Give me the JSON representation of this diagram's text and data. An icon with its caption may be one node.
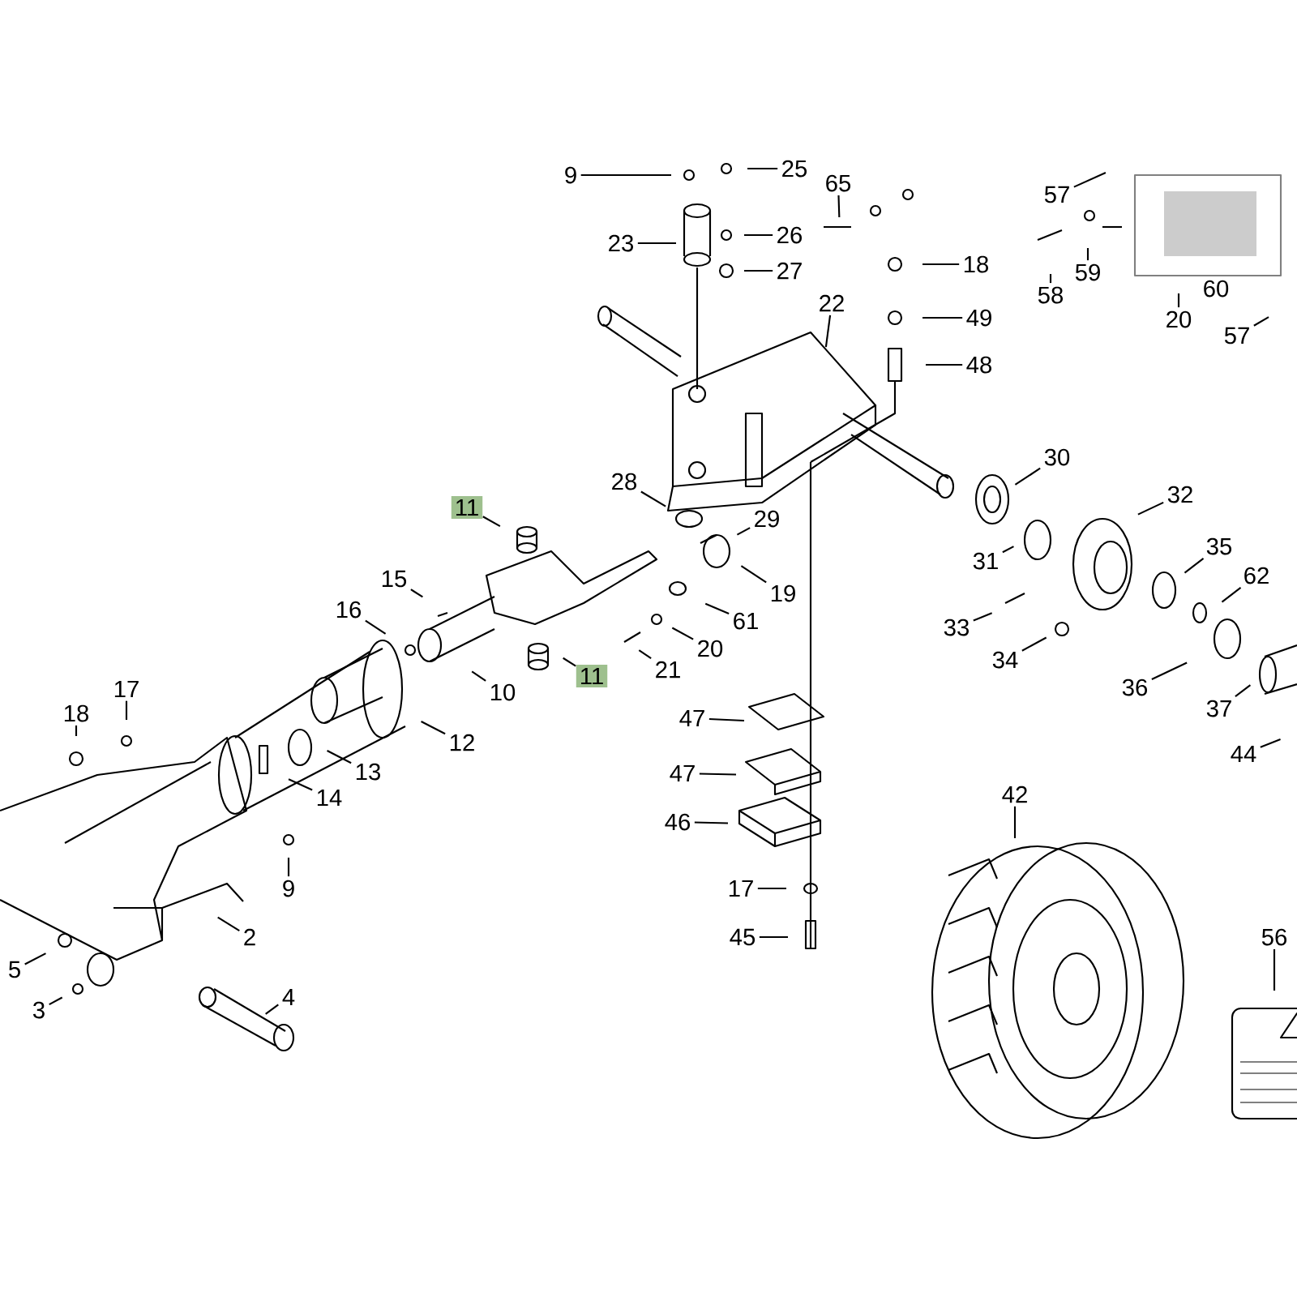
{
  "diagram": {
    "nodes": [
      {
        "text": [
          "9"
        ]
      },
      {
        "text": [
          "25"
        ]
      },
      {
        "text": [
          "65"
        ]
      },
      {
        "text": [
          "57"
        ]
      },
      {
        "text": [
          "23"
        ]
      },
      {
        "text": [
          "26"
        ]
      },
      {
        "text": [
          "27"
        ]
      },
      {
        "text": [
          "18"
        ]
      },
      {
        "text": [
          "59"
        ]
      },
      {
        "text": [
          "58"
        ]
      },
      {
        "text": [
          "22"
        ]
      },
      {
        "text": [
          "20"
        ]
      },
      {
        "text": [
          "49"
        ]
      },
      {
        "text": [
          "57"
        ]
      },
      {
        "text": [
          "48"
        ]
      },
      {
        "text": [
          "30"
        ]
      },
      {
        "text": [
          "28"
        ]
      },
      {
        "text": [
          "32"
        ]
      },
      {
        "text": [
          "11"
        ]
      },
      {
        "text": [
          "29"
        ]
      },
      {
        "text": [
          "35"
        ]
      },
      {
        "text": [
          "31"
        ]
      },
      {
        "text": [
          "62"
        ]
      },
      {
        "text": [
          "15"
        ]
      },
      {
        "text": [
          "19"
        ]
      },
      {
        "text": [
          "16"
        ]
      },
      {
        "text": [
          "61"
        ]
      },
      {
        "text": [
          "33"
        ]
      },
      {
        "text": [
          "20"
        ]
      },
      {
        "text": [
          "34"
        ]
      },
      {
        "text": [
          "21"
        ]
      },
      {
        "text": [
          "11"
        ]
      },
      {
        "text": [
          "10"
        ]
      },
      {
        "text": [
          "36"
        ]
      },
      {
        "text": [
          "17"
        ]
      },
      {
        "text": [
          "37"
        ]
      },
      {
        "text": [
          "18"
        ]
      },
      {
        "text": [
          "47"
        ]
      },
      {
        "text": [
          "12"
        ]
      },
      {
        "text": [
          "44"
        ]
      },
      {
        "text": [
          "13"
        ]
      },
      {
        "text": [
          "47"
        ]
      },
      {
        "text": [
          "14"
        ]
      },
      {
        "text": [
          "42"
        ]
      },
      {
        "text": [
          "46"
        ]
      },
      {
        "text": [
          "9"
        ]
      },
      {
        "text": [
          "17"
        ]
      },
      {
        "text": [
          "2"
        ]
      },
      {
        "text": [
          "45"
        ]
      },
      {
        "text": [
          "56"
        ]
      },
      {
        "text": [
          "5"
        ]
      },
      {
        "text": [
          "3"
        ]
      },
      {
        "text": [
          "4"
        ]
      }
    ],
    "edges": [
      {
        "from": 0,
        "to": null,
        "arrow": "none"
      },
      {
        "from": 1,
        "to": null,
        "arrow": "none"
      },
      {
        "from": 2,
        "to": null,
        "arrow": "none"
      },
      {
        "from": 3,
        "to": null,
        "arrow": "none"
      },
      {
        "from": 4,
        "to": null,
        "arrow": "none"
      },
      {
        "from": 5,
        "to": null,
        "arrow": "none"
      },
      {
        "from": 6,
        "to": null,
        "arrow": "none"
      },
      {
        "from": 7,
        "to": null,
        "arrow": "none"
      },
      {
        "from": 8,
        "to": null,
        "arrow": "none"
      },
      {
        "from": 9,
        "to": null,
        "arrow": "none"
      },
      {
        "from": 10,
        "to": null,
        "arrow": "none"
      },
      {
        "from": 11,
        "to": null,
        "arrow": "none"
      },
      {
        "from": 12,
        "to": null,
        "arrow": "none"
      },
      {
        "from": 13,
        "to": null,
        "arrow": "none"
      },
      {
        "from": 14,
        "to": null,
        "arrow": "none"
      },
      {
        "from": 15,
        "to": null,
        "arrow": "none"
      },
      {
        "from": 16,
        "to": null,
        "arrow": "none"
      },
      {
        "from": 17,
        "to": null,
        "arrow": "none"
      },
      {
        "from": 18,
        "to": null,
        "arrow": "none"
      },
      {
        "from": 19,
        "to": null,
        "arrow": "none"
      },
      {
        "from": 20,
        "to": null,
        "arrow": "none"
      },
      {
        "from": 21,
        "to": null,
        "arrow": "none"
      },
      {
        "from": 22,
        "to": null,
        "arrow": "none"
      },
      {
        "from": 23,
        "to": null,
        "arrow": "none"
      },
      {
        "from": 24,
        "to": null,
        "arrow": "none"
      },
      {
        "from": 25,
        "to": null,
        "arrow": "none"
      },
      {
        "from": 26,
        "to": null,
        "arrow": "none"
      },
      {
        "from": 27,
        "to": null,
        "arrow": "none"
      },
      {
        "from": 28,
        "to": null,
        "arrow": "none"
      },
      {
        "from": 29,
        "to": null,
        "arrow": "none"
      },
      {
        "from": 30,
        "to": null,
        "arrow": "none"
      },
      {
        "from": 31,
        "to": null,
        "arrow": "none"
      },
      {
        "from": 32,
        "to": null,
        "arrow": "none"
      },
      {
        "from": 33,
        "to": null,
        "arrow": "none"
      },
      {
        "from": 34,
        "to": null,
        "arrow": "none"
      },
      {
        "from": 35,
        "to": null,
        "arrow": "none"
      },
      {
        "from": 36,
        "to": null,
        "arrow": "none"
      },
      {
        "from": 37,
        "to": null,
        "arrow": "none"
      },
      {
        "from": 38,
        "to": null,
        "arrow": "none"
      },
      {
        "from": 39,
        "to": null,
        "arrow": "none"
      },
      {
        "from": 40,
        "to": null,
        "arrow": "none"
      },
      {
        "from": 41,
        "to": null,
        "arrow": "none"
      },
      {
        "from": 42,
        "to": null,
        "arrow": "none"
      },
      {
        "from": 43,
        "to": null,
        "arrow": "none"
      },
      {
        "from": 44,
        "to": null,
        "arrow": "none"
      },
      {
        "from": 45,
        "to": null,
        "arrow": "none"
      },
      {
        "from": 46,
        "to": null,
        "arrow": "none"
      },
      {
        "from": 47,
        "to": null,
        "arrow": "none"
      },
      {
        "from": 48,
        "to": null,
        "arrow": "none"
      },
      {
        "from": 49,
        "to": null,
        "arrow": "none"
      },
      {
        "from": 50,
        "to": null,
        "arrow": "none"
      },
      {
        "from": 51,
        "to": null,
        "arrow": "none"
      },
      {
        "from": 52,
        "to": null,
        "arrow": "none"
      }
    ],
    "labels": [
      "60"
    ]
  }
}
